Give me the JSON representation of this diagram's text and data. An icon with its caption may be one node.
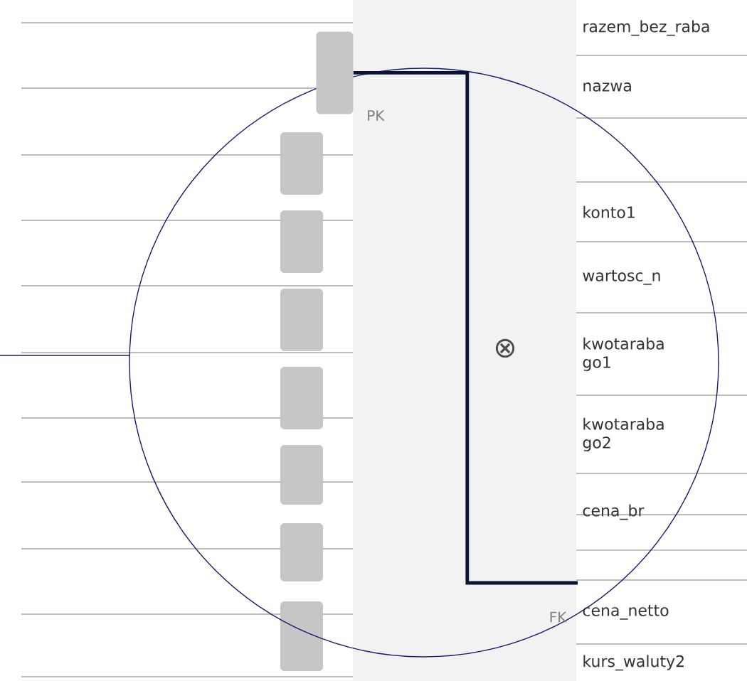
{
  "diagram": {
    "nodes": [
      {
        "text": [
          "razem_bez_raba"
        ]
      },
      {
        "text": [
          "nazwa"
        ]
      },
      {
        "text": [
          "konto1"
        ]
      },
      {
        "text": [
          "wartosc_n"
        ]
      },
      {
        "text": [
          "kwotaraba go1"
        ]
      },
      {
        "text": [
          "kwotaraba go2"
        ]
      },
      {
        "text": [
          "cena_br"
        ]
      },
      {
        "text": [
          "cena_netto"
        ]
      },
      {
        "text": [
          "kurs_waluty2"
        ]
      },
      {
        "text": [],
        "shape": "bar",
        "beside": [
          "PK"
        ]
      }
    ],
    "edges": [
      {
        "from": 9,
        "to": 7,
        "arrow": "none",
        "label": "⊗"
      }
    ],
    "labels": [
      "FK"
    ]
  }
}
